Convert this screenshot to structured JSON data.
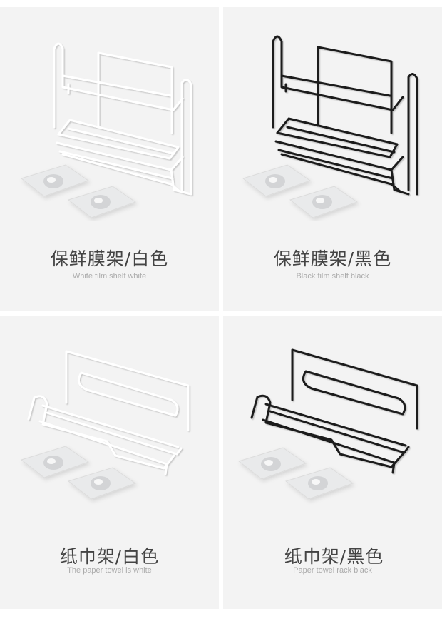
{
  "products": [
    {
      "title_zh": "保鲜膜架/白色",
      "title_en": "White film shelf white",
      "wire_color": "#ffffff"
    },
    {
      "title_zh": "保鲜膜架/黑色",
      "title_en": "Black film shelf black",
      "wire_color": "#1a1a1a"
    },
    {
      "title_zh": "纸巾架/白色",
      "title_en": "The paper towel is white",
      "wire_color": "#ffffff"
    },
    {
      "title_zh": "纸巾架/黑色",
      "title_en": "Paper towel rack black",
      "wire_color": "#1a1a1a"
    }
  ],
  "colors": {
    "card_background": "#f3f3f3",
    "page_background": "#ffffff",
    "title_zh_text": "#444444",
    "title_en_text": "#aaaaaa"
  }
}
